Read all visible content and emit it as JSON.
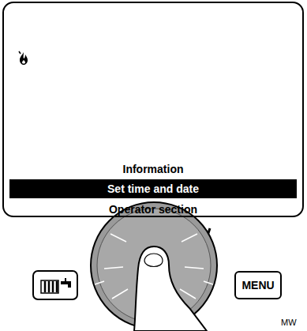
{
  "diagram": {
    "nodes": [
      {
        "text": [
          "Information",
          "Operator section"
        ]
      },
      {
        "text": [
          "Set time and date"
        ],
        "in": 0
      },
      {
        "text": [
          "MENU"
        ]
      }
    ],
    "labels": [
      "MW"
    ]
  }
}
